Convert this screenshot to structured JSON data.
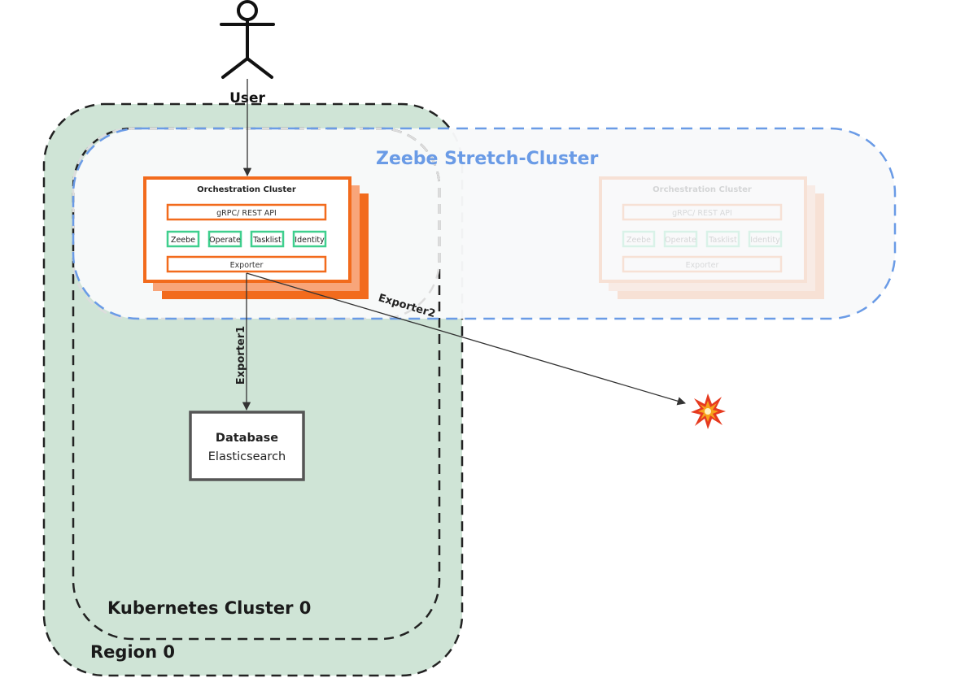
{
  "actor": {
    "label": "User",
    "icon": "stick-figure-icon"
  },
  "region": {
    "label": "Region 0",
    "fill": "#cfe4d6",
    "stroke": "#222222"
  },
  "kubernetes_cluster": {
    "label": "Kubernetes Cluster 0",
    "stroke": "#222222"
  },
  "stretch_cluster": {
    "label": "Zeebe Stretch-Cluster",
    "color": "#6a9be6",
    "fill": "#f8f9fa"
  },
  "orchestration_cluster": {
    "title": "Orchestration Cluster",
    "api_label": "gRPC/ REST API",
    "components": [
      "Zeebe",
      "Operate",
      "Tasklist",
      "Identity"
    ],
    "exporter_label": "Exporter",
    "accent_color": "#f26b1d",
    "component_color": "#3fcf8e"
  },
  "remote_orchestration_cluster": {
    "title": "Orchestration Cluster",
    "api_label": "gRPC/ REST API",
    "components": [
      "Zeebe",
      "Operate",
      "Tasklist",
      "Identity"
    ],
    "exporter_label": "Exporter",
    "state": "faded"
  },
  "database": {
    "title": "Database",
    "subtitle": "Elasticsearch"
  },
  "edges": {
    "exporter1_label": "Exporter1",
    "exporter2_label": "Exporter2",
    "failure_icon": "explosion-icon",
    "failure_glyph": "💥"
  }
}
